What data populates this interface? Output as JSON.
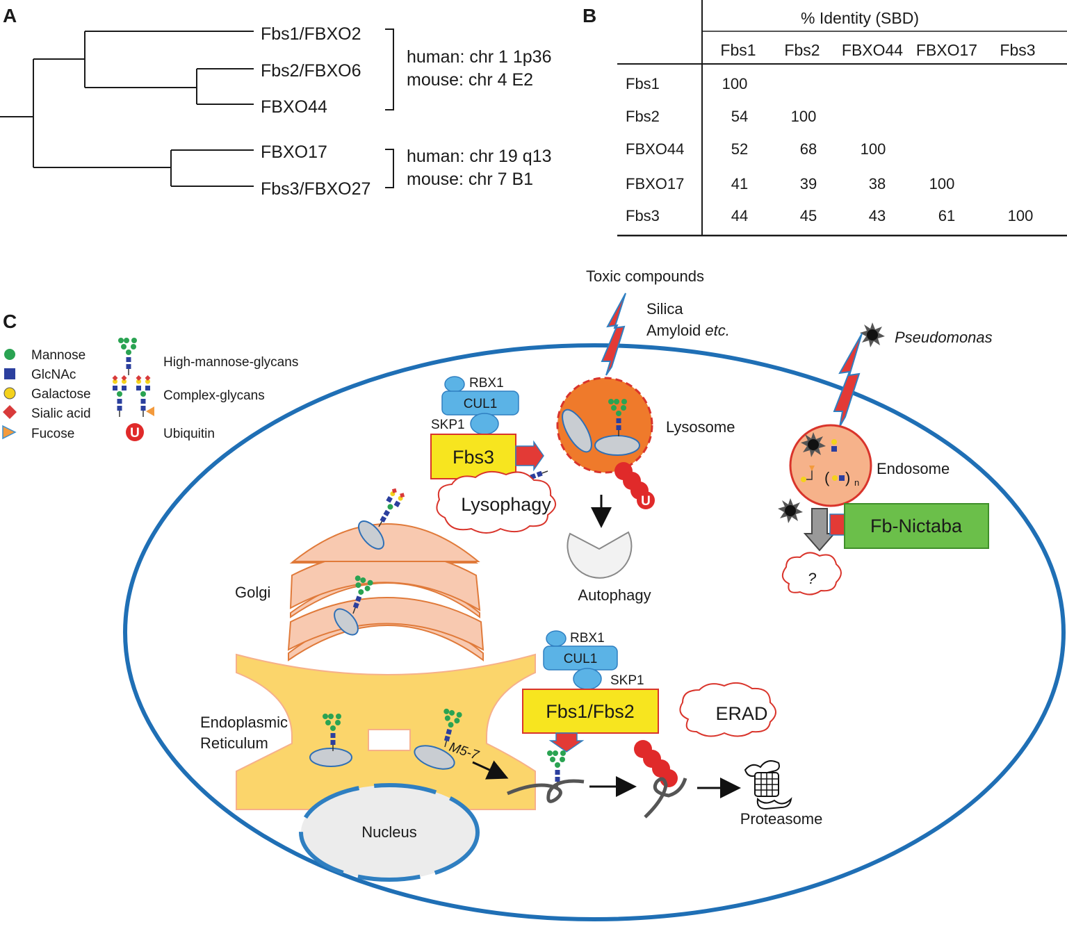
{
  "panels": {
    "a": "A",
    "b": "B",
    "c": "C"
  },
  "panel_a": {
    "leaves": [
      "Fbs1/FBXO2",
      "Fbs2/FBXO6",
      "FBXO44",
      "FBXO17",
      "Fbs3/FBXO27"
    ],
    "cluster1": {
      "human": "human: chr 1 1p36",
      "mouse": "mouse: chr 4 E2"
    },
    "cluster2": {
      "human": "human: chr 19 q13",
      "mouse": "mouse: chr 7 B1"
    }
  },
  "panel_b": {
    "title": "% Identity (SBD)",
    "columns": [
      "Fbs1",
      "Fbs2",
      "FBXO44",
      "FBXO17",
      "Fbs3"
    ],
    "rows": [
      {
        "label": "Fbs1",
        "values": [
          "100",
          "",
          "",
          "",
          ""
        ]
      },
      {
        "label": "Fbs2",
        "values": [
          "54",
          "100",
          "",
          "",
          ""
        ]
      },
      {
        "label": "FBXO44",
        "values": [
          "52",
          "68",
          "100",
          "",
          ""
        ]
      },
      {
        "label": "FBXO17",
        "values": [
          "41",
          "39",
          "38",
          "100",
          ""
        ]
      },
      {
        "label": "Fbs3",
        "values": [
          "44",
          "45",
          "43",
          "61",
          "100"
        ]
      }
    ]
  },
  "legend": {
    "mannose": "Mannose",
    "glcnac": "GlcNAc",
    "galactose": "Galactose",
    "sialic": "Sialic acid",
    "fucose": "Fucose",
    "high_mannose": "High-mannose-glycans",
    "complex": "Complex-glycans",
    "ubiquitin": "Ubiquitin",
    "u": "U"
  },
  "panel_c": {
    "toxic": "Toxic compounds",
    "silica": "Silica",
    "amyloid": "Amyloid ",
    "etc": "etc.",
    "pseudomonas": "Pseudomonas",
    "rbx1": "RBX1",
    "cul1": "CUL1",
    "skp1": "SKP1",
    "fbs3": "Fbs3",
    "lysosome": "Lysosome",
    "lysophagy": "Lysophagy",
    "autophagy": "Autophagy",
    "endosome": "Endosome",
    "fb_nictaba": "Fb-Nictaba",
    "question": "?",
    "n_sub": "n",
    "golgi": "Golgi",
    "er_line1": "Endoplasmic",
    "er_line2": "Reticulum",
    "m57": "M5-7",
    "fbs12": "Fbs1/Fbs2",
    "erad": "ERAD",
    "nucleus": "Nucleus",
    "proteasome": "Proteasome"
  },
  "colors": {
    "cell_membrane": "#1f6fb5",
    "fbs_box": "#f7e51f",
    "fbs_border": "#d9342b",
    "nictaba_box": "#6bbf4a",
    "cul1": "#5bb3e6",
    "lysosome": "#ef7a2b",
    "endosome": "#f6b28a",
    "golgi": "#f8c9b0",
    "er": "#fbd56b",
    "ubiquitin": "#e02a2a"
  }
}
